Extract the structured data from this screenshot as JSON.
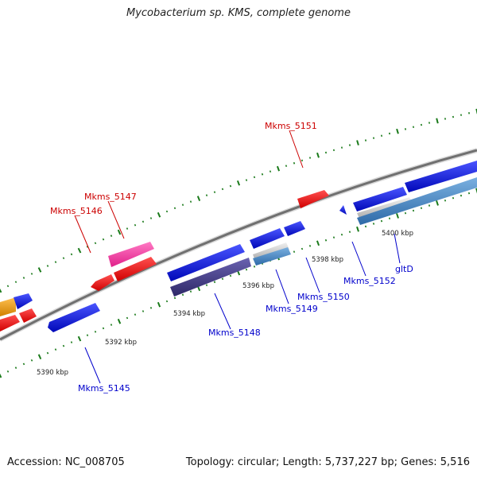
{
  "title": "Mycobacterium sp. KMS, complete genome",
  "footer": {
    "accession": "Accession: NC_008705",
    "stats": "Topology: circular; Length: 5,737,227 bp; Genes: 5,516"
  },
  "colors": {
    "backbone": "#777777",
    "tick": "#1a7a1a",
    "forward_gene": "#0b14e0",
    "reverse_gene": "#ff1a1a",
    "pink_gene": "#ff3aa6",
    "dark_gene": "#3d3580",
    "steel_gene": "#4a88c6",
    "gray_gene": "#cccccc",
    "orange_gene": "#f0a020",
    "label_red": "#cc0000",
    "label_blue": "#0000cc"
  },
  "scale_labels": [
    "5390 kbp",
    "5392 kbp",
    "5394 kbp",
    "5396 kbp",
    "5398 kbp",
    "5400 kbp"
  ],
  "gene_labels": [
    {
      "id": "Mkms_5151",
      "text": "Mkms_5151",
      "color": "red"
    },
    {
      "id": "Mkms_5147",
      "text": "Mkms_5147",
      "color": "red"
    },
    {
      "id": "Mkms_5146",
      "text": "Mkms_5146",
      "color": "red"
    },
    {
      "id": "Mkms_5152",
      "text": "Mkms_5152",
      "color": "blue"
    },
    {
      "id": "gltD",
      "text": "gltD",
      "color": "blue"
    },
    {
      "id": "Mkms_5150",
      "text": "Mkms_5150",
      "color": "blue"
    },
    {
      "id": "Mkms_5149",
      "text": "Mkms_5149",
      "color": "blue"
    },
    {
      "id": "Mkms_5148",
      "text": "Mkms_5148",
      "color": "blue"
    },
    {
      "id": "Mkms_5145",
      "text": "Mkms_5145",
      "color": "blue"
    }
  ]
}
